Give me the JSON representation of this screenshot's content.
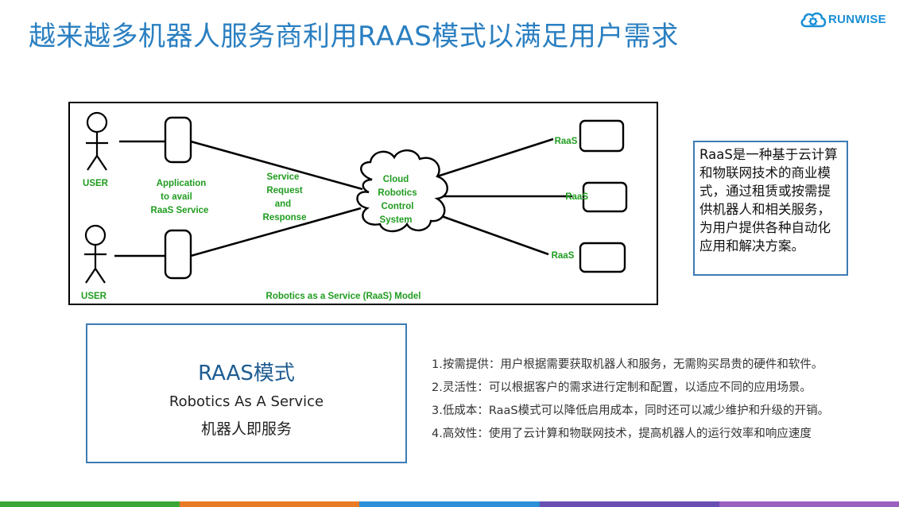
{
  "slide": {
    "title": "越来越多机器人服务商利用RAAS模式以满足用户需求",
    "logo": {
      "text": "RUNWISE",
      "icon": "cloud-gear-icon",
      "color": "#1a8fd6"
    }
  },
  "diagram": {
    "user_label_top": "USER",
    "user_label_bottom": "USER",
    "app_line1": "Application",
    "app_line2": "to avail",
    "app_line3": "RaaS Service",
    "req_line1": "Service",
    "req_line2": "Request",
    "req_line3": "and",
    "req_line4": "Response",
    "cloud_line1": "Cloud",
    "cloud_line2": "Robotics",
    "cloud_line3": "Control",
    "cloud_line4": "System",
    "raas_top": "RaaS",
    "raas_mid": "RaaS",
    "raas_bottom": "RaaS",
    "caption": "Robotics as a Service (RaaS) Model",
    "label_color": "#1f9c1f"
  },
  "description": "RaaS是一种基于云计算和物联网技术的商业模式，通过租赁或按需提供机器人和相关服务，为用户提供各种自动化应用和解决方案。",
  "mode": {
    "title": "RAAS模式",
    "english": "Robotics As A Service",
    "chinese": "机器人即服务"
  },
  "features": [
    "1.按需提供：用户根据需要获取机器人和服务，无需购买昂贵的硬件和软件。",
    "2.灵活性：可以根据客户的需求进行定制和配置，以适应不同的应用场景。",
    "3.低成本：RaaS模式可以降低启用成本，同时还可以减少维护和升级的开销。",
    "4.高效性：使用了云计算和物联网技术，提高机器人的运行效率和响应速度"
  ],
  "colors": {
    "title": "#2a7fc1",
    "box_border": "#3d7cb3",
    "bottom_bar": [
      "#3aa635",
      "#e87b26",
      "#2c8fd8",
      "#6a4fb3",
      "#9b5fc0"
    ]
  }
}
